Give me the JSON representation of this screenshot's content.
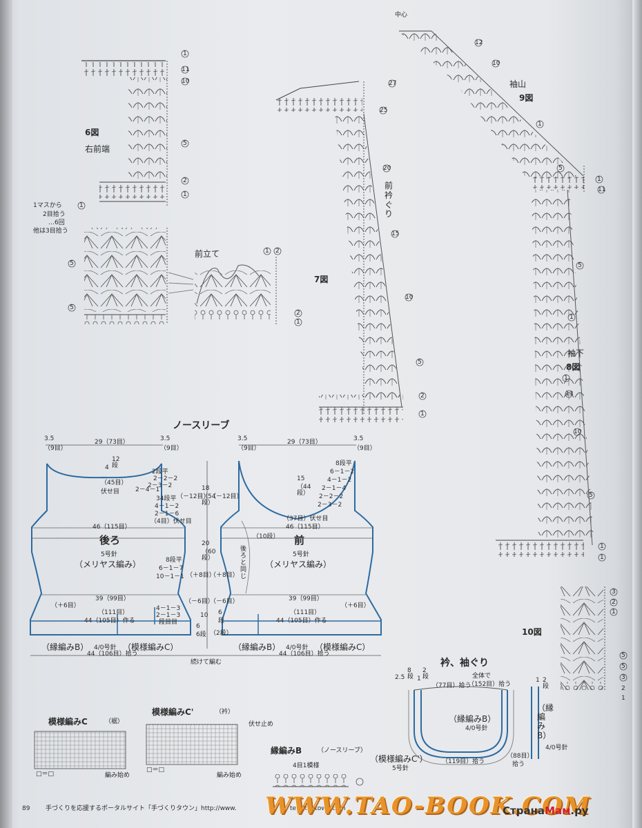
{
  "page": {
    "page_number": "89",
    "footer_text": "手づくりを応援するポータルサイト「手づくりタウン」http://www.",
    "footer_url_tail": "tezukuritown.com"
  },
  "watermarks": {
    "tao": "WWW.TAO-BOOK.COM",
    "strana_prefix": "Страна",
    "strana_main": "Мам",
    "strana_suffix": ".ру"
  },
  "fig6": {
    "title": "6図",
    "subtitle": "右前端",
    "note": [
      "1マスから",
      "2目拾う",
      "…6回",
      "他は3目拾う"
    ],
    "row_marks": [
      "1",
      "11",
      "10",
      "5",
      "2",
      "1",
      "1",
      "5",
      "5"
    ]
  },
  "maedate": {
    "label": "前立て",
    "row_marks": [
      "1",
      "2",
      "2",
      "1"
    ]
  },
  "fig7": {
    "title": "7図",
    "label": "前衿ぐり",
    "row_marks": [
      "27",
      "25",
      "20",
      "15",
      "10",
      "5",
      "2",
      "1"
    ]
  },
  "fig9": {
    "title": "9図",
    "label": "袖山",
    "center": "中心",
    "row_marks": [
      "12",
      "10",
      "1",
      "5",
      "1",
      "11"
    ]
  },
  "fig8": {
    "title": "8図",
    "label": "袖下",
    "row_marks": [
      "5",
      "1",
      "1",
      "13",
      "10",
      "5",
      "1",
      "1"
    ]
  },
  "fig10": {
    "title": "10図",
    "row_marks": [
      "3",
      "2",
      "1",
      "5",
      "5",
      "3",
      "2",
      "1"
    ]
  },
  "schematic": {
    "title": "ノースリーブ",
    "back": {
      "name": "後ろ",
      "needle": "5号針",
      "stitch": "（メリヤス編み）",
      "top_left": "3.5",
      "top_left_sub": "（9目）",
      "top_center": "29（73目）",
      "top_right": "3.5",
      "top_right_sub": "（9目）",
      "neck_depth": "4",
      "neck_depth_sub": "12段",
      "neck_sts": "（45目）",
      "neck_bind": "伏せ目",
      "neck_dec": [
        "2段平",
        "2－2－2",
        "2－3－2",
        "2－4－1"
      ],
      "arm_dec": [
        "34段平",
        "4－1－2",
        "2－1－6",
        "（4目）伏せ目"
      ],
      "width_46": "46（115目）",
      "side_inc": [
        "8段平",
        "6－1－7",
        "10－1－1"
      ],
      "plus8": "（＋8目）",
      "width_39": "39（99目）",
      "plus6": "（＋6目）",
      "minus6": "（－6目）",
      "hem_111": "（111目）",
      "hem_dec": [
        "4－1－3",
        "2－1－3",
        "段目目"
      ],
      "cast_on": "44（105目）作る",
      "border_left": "（縁編みB）",
      "border_needle": "4/0号針",
      "border_right": "（模様編みC）"
    },
    "middle": {
      "h18": "18",
      "h18_sub": "（54段）",
      "minus12_left": "（－12目）",
      "minus12_right": "（－12目）",
      "h20": "20",
      "h20_sub": "（60段）",
      "plus8_left": "（＋8目）",
      "plus8_right": "（＋8目）",
      "minus6_left": "（－6目）",
      "minus6_right": "（－6目）",
      "h10": "10",
      "h6": "6",
      "h6_sub": "段",
      "h6b": "6",
      "h2": "（2段）",
      "h6c": "6段",
      "continue": "続けて編む"
    },
    "front": {
      "name": "前",
      "needle": "5号針",
      "stitch": "（メリヤス編み）",
      "same_as_back": "後ろと同じ",
      "h10_sub": "（10段）",
      "top_left": "3.5",
      "top_left_sub": "（9目）",
      "top_center": "29（73目）",
      "top_right": "3.5",
      "top_right_sub": "（9目）",
      "neck_depth": "15",
      "neck_depth_sub": "（44段）",
      "neck_dec": [
        "8段平",
        "6－1－2",
        "4－1－2",
        "2－1－4",
        "2－2－2",
        "2－3－2"
      ],
      "neck_bind": "（37目）伏せ目",
      "width_46": "46（115目）",
      "width_39": "39（99目）",
      "plus6": "（＋6目）",
      "hem_111": "（111目）",
      "cast_on": "44（105目）作る",
      "border_left": "（縁編みB）",
      "border_needle": "4/0号針",
      "border_right": "（模様編みC）"
    },
    "pickup": "44（106目）拾う"
  },
  "collar": {
    "title": "衿、袖ぐり",
    "dim_25": "2.5",
    "dim_8": "8段",
    "dim_1": "1",
    "dim_2": "2段",
    "sts_77": "（77目）拾う",
    "total": "全体で",
    "total_sts": "（152目）拾う",
    "border_b": "（縁編みB）",
    "border_b_needle": "4/0号針",
    "pattern_c": "（模様編みC'）",
    "pattern_c_needle": "5号針",
    "sts_119": "（119目）拾う",
    "sts_88": "（88目）",
    "sts_88b": "拾う",
    "arm_1": "1",
    "arm_2": "2段",
    "arm_border": "（縁編みB）",
    "arm_needle": "4/0号針"
  },
  "chart_c": {
    "title": "模様編みC",
    "sub": "（裾）",
    "legend": "□＝□",
    "start": "編み始め"
  },
  "chart_c2": {
    "title": "模様編みC'",
    "sub": "（衿）",
    "bindoff": "伏せ止め",
    "legend": "□＝□",
    "start": "編み始め"
  },
  "edge_b": {
    "title": "縁編みB",
    "sub": "（ノースリーブ）",
    "repeat": "4目1模様"
  }
}
